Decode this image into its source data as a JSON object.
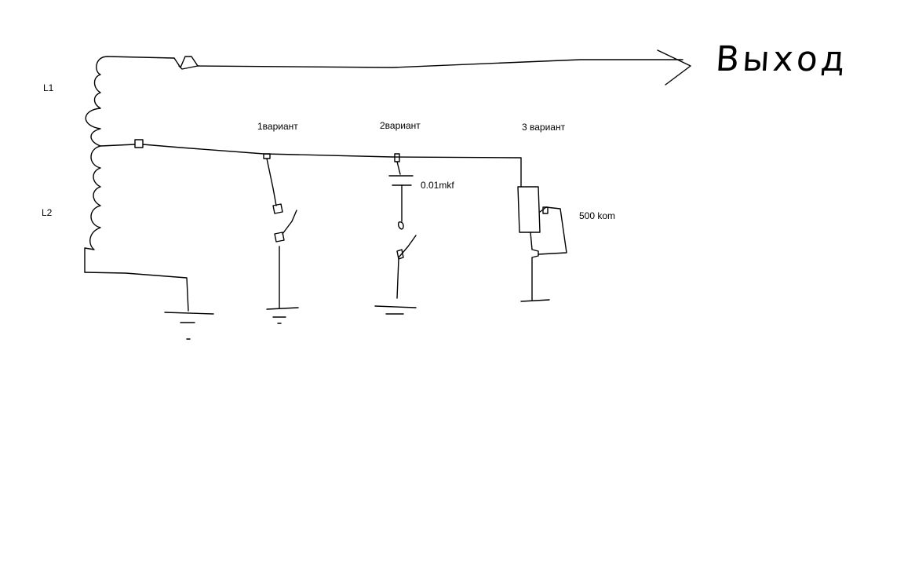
{
  "labels": {
    "l1": "L1",
    "l2": "L2",
    "variant1": "1вариант",
    "variant2": "2вариант",
    "variant3": "3 вариант",
    "capacitor": "0.01mkf",
    "resistor": "500 kom",
    "output": "Выход"
  }
}
